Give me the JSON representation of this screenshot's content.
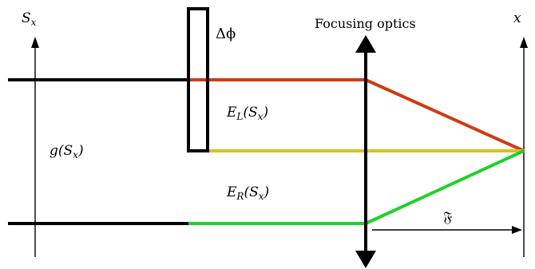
{
  "labels": {
    "sx_axis": {
      "main": "S",
      "sub": "x"
    },
    "x_axis": "x",
    "delta_phi": "Δϕ",
    "focusing_optics": "Focusing optics",
    "g_sx": "g(S",
    "g_sx_sub": "x",
    "g_sx_close": ")",
    "e_l": "E",
    "e_l_sub": "L",
    "e_l_arg": "(S",
    "e_l_arg_sub": "x",
    "e_l_close": ")",
    "e_r": "E",
    "e_r_sub": "R",
    "e_r_arg": "(S",
    "e_r_arg_sub": "x",
    "e_r_close": ")",
    "focal_length": "𝔉"
  },
  "colors": {
    "upper_beam": "#d03a12",
    "center_beam": "#d8c21a",
    "lower_beam": "#1ed22a",
    "ink": "#000000"
  }
}
